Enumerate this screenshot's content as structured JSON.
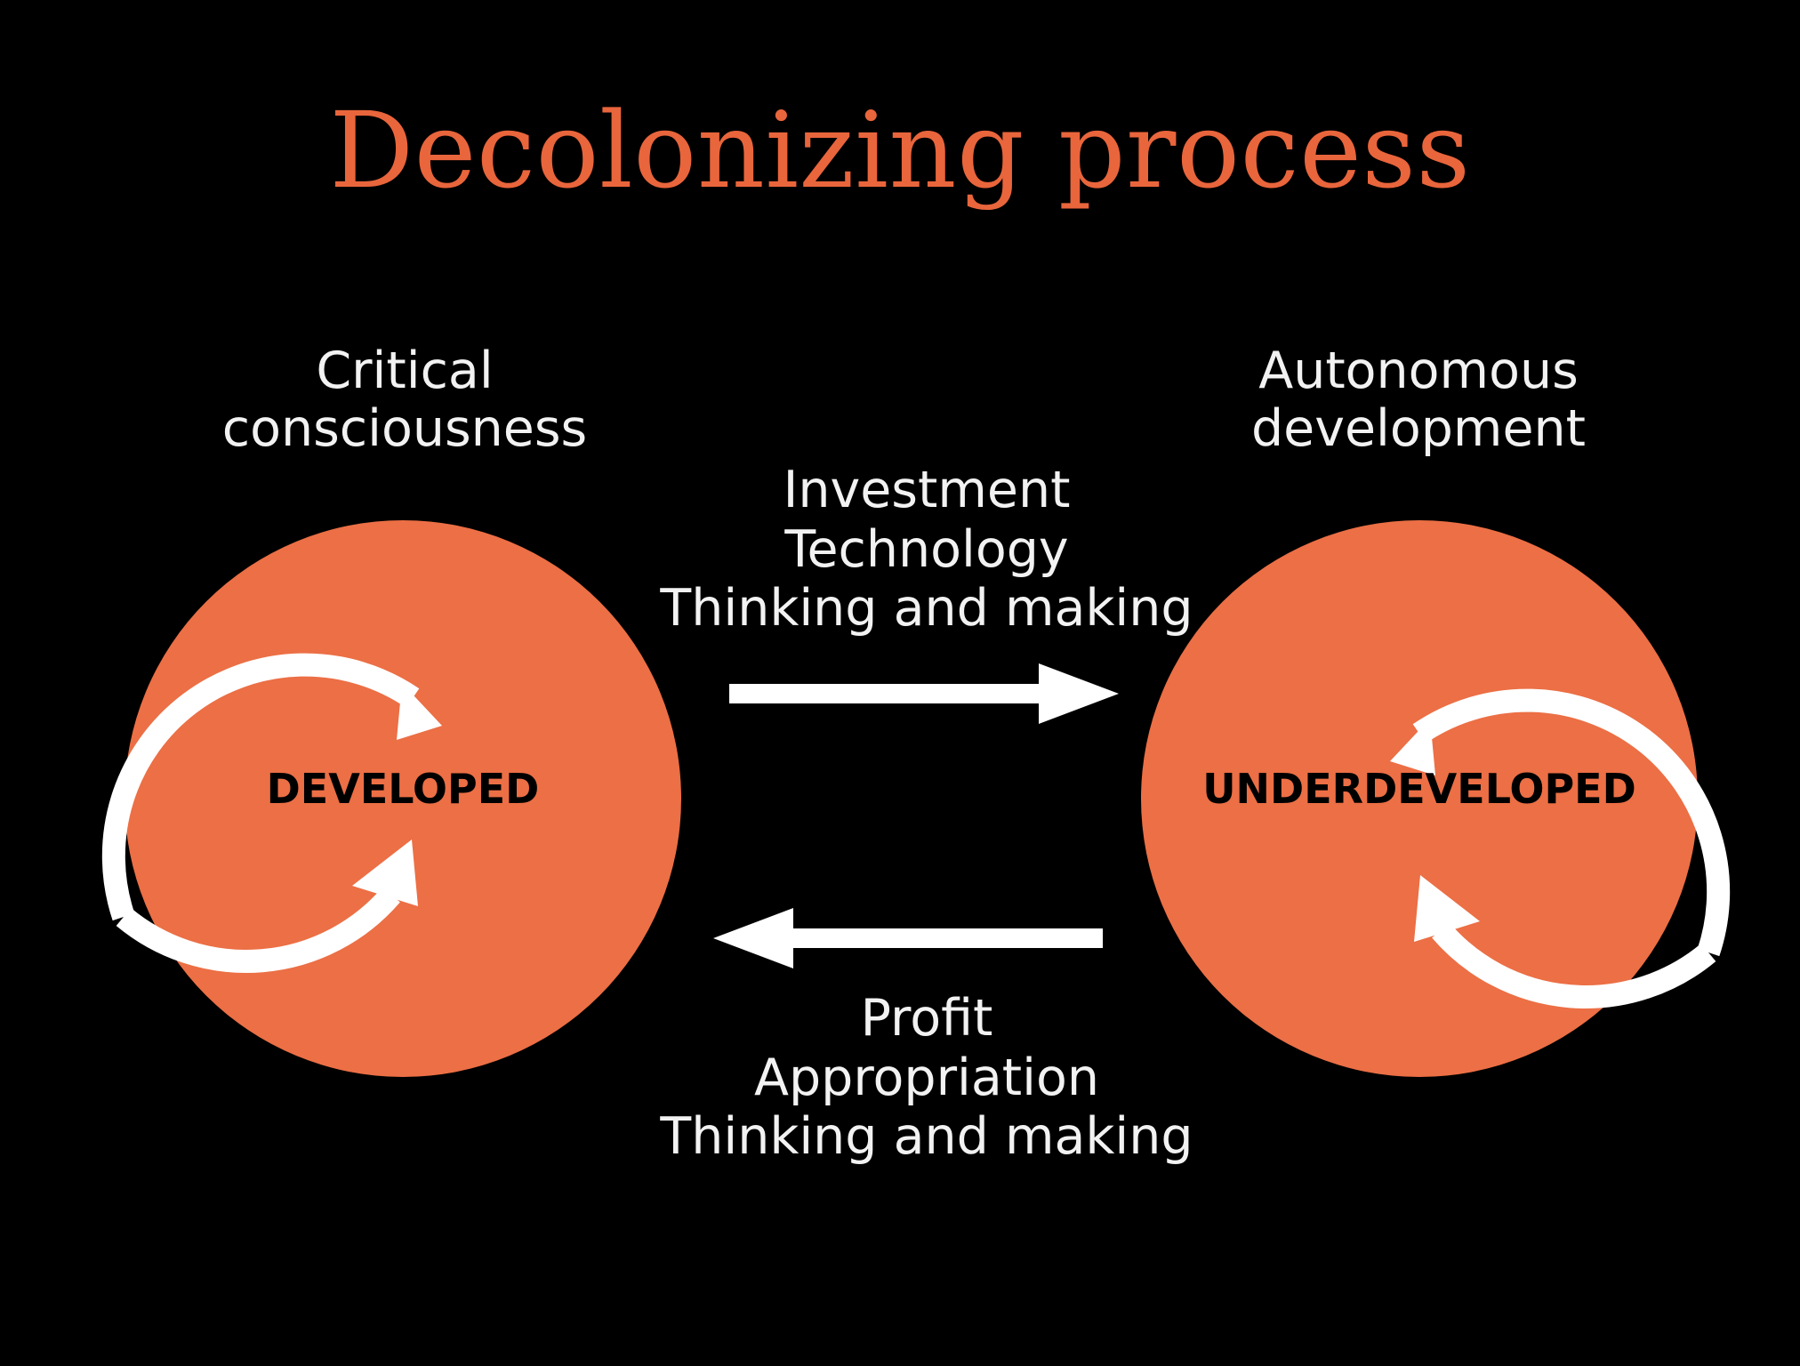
{
  "slide": {
    "title": "Decolonizing process",
    "background_color": "#000000",
    "title_color": "#E9653C",
    "accent_color": "#EC6F45",
    "text_color": "#F2F2F2"
  },
  "nodes": [
    {
      "id": "developed",
      "label": "DEVELOPED",
      "caption": "Critical\nconsciousness",
      "cycle_icon": "circular-arrow-clockwise-icon"
    },
    {
      "id": "underdeveloped",
      "label": "UNDERDEVELOPED",
      "caption": "Autonomous\ndevelopment",
      "cycle_icon": "circular-arrow-counterclockwise-icon"
    }
  ],
  "flows": [
    {
      "id": "outbound",
      "direction": "right",
      "icon": "arrow-right-icon",
      "caption": "Investment\nTechnology\nThinking and making"
    },
    {
      "id": "inbound",
      "direction": "left",
      "icon": "arrow-left-icon",
      "caption": "Profit\nAppropriation\nThinking and making"
    }
  ]
}
